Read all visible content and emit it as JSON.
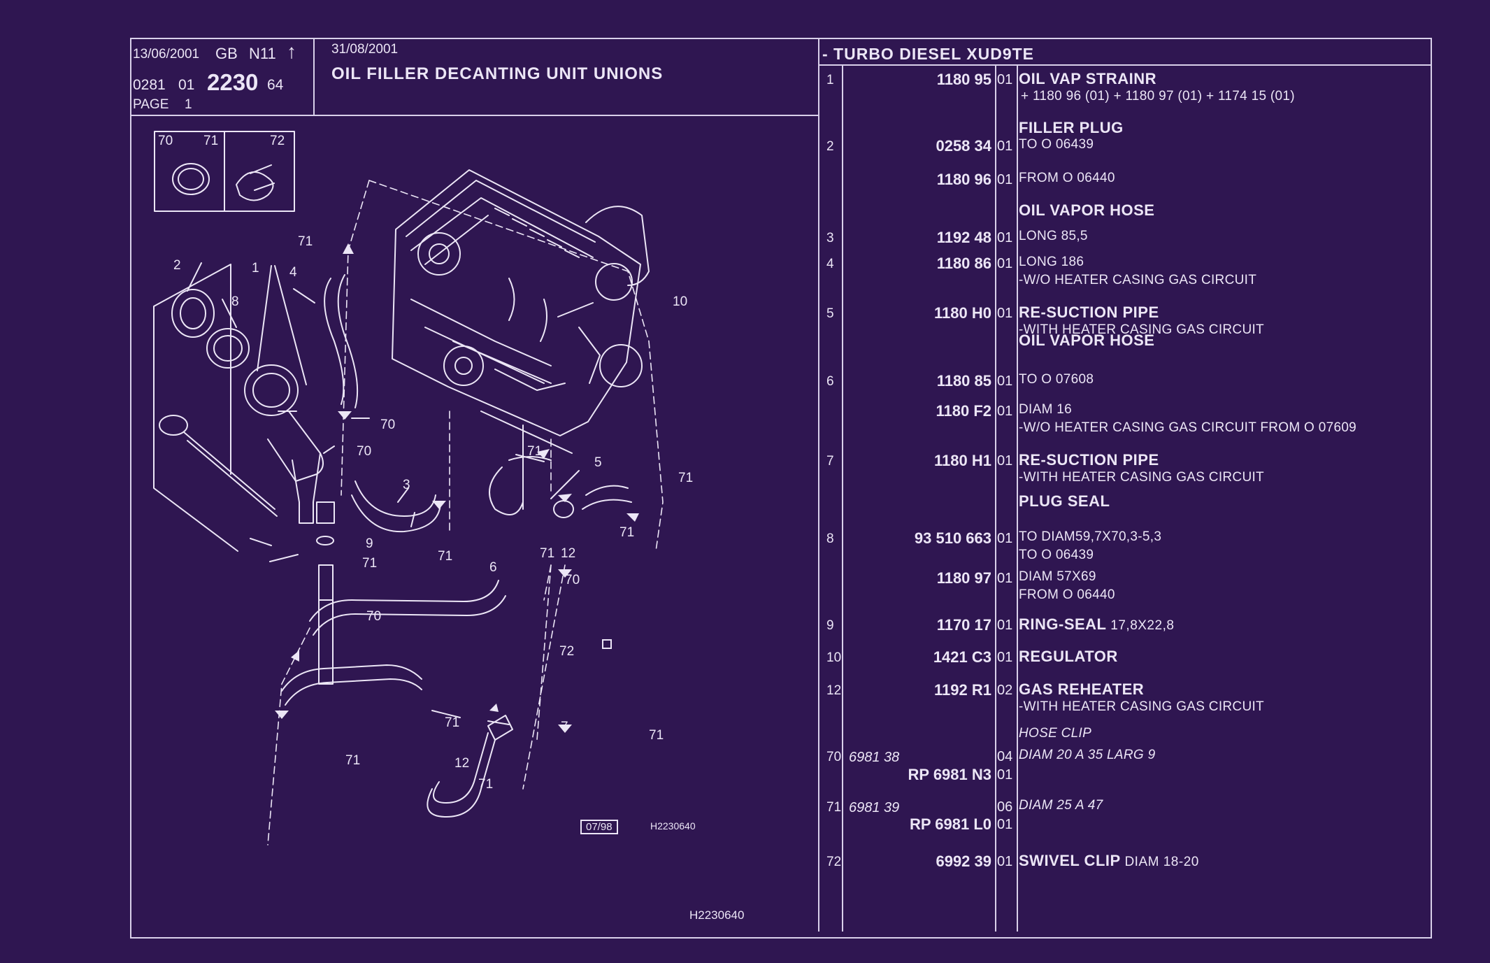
{
  "header": {
    "date_left": "13/06/2001",
    "lang": "GB",
    "sheet": "N11",
    "arrow": "↑",
    "ref_prefix": "0281",
    "ref_mid": "01",
    "ref_main": "2230",
    "ref_suffix": "64",
    "page_label": "PAGE",
    "page_num": "1",
    "date_right": "31/08/2001",
    "title": "OIL FILLER DECANTING UNIT UNIONS",
    "engine": "- TURBO DIESEL XUD9TE"
  },
  "diagram": {
    "legend": {
      "box1_a": "70",
      "box1_b": "71",
      "box2": "72"
    },
    "date_tag": "07/98",
    "code_small": "H2230640",
    "code_bottom": "H2230640",
    "callouts": [
      "2",
      "1",
      "8",
      "71",
      "4",
      "70",
      "70",
      "3",
      "9",
      "71",
      "71",
      "6",
      "70",
      "70",
      "72",
      "71",
      "5",
      "71",
      "71",
      "12",
      "71",
      "10",
      "71",
      "7",
      "71",
      "12",
      "71",
      "71"
    ]
  },
  "parts": [
    {
      "idx": "1",
      "ref": "1180 95",
      "qty": "01",
      "lines": [
        {
          "text": "OIL VAP STRAINR",
          "style": "b"
        },
        {
          "text": "+ 1180 96 (01)  + 1180 97 (01)  + 1174 15 (01)",
          "style": "n"
        }
      ]
    },
    {
      "idx": "",
      "ref": "",
      "qty": "",
      "lines": [
        {
          "text": "FILLER PLUG",
          "style": "b"
        }
      ]
    },
    {
      "idx": "2",
      "ref": "0258 34",
      "qty": "01",
      "lines": [
        {
          "text": "TO  O  06439",
          "style": "n"
        }
      ]
    },
    {
      "idx": "",
      "ref": "1180 96",
      "qty": "01",
      "lines": [
        {
          "text": "FROM  O  06440",
          "style": "n"
        }
      ]
    },
    {
      "idx": "",
      "ref": "",
      "qty": "",
      "lines": [
        {
          "text": "OIL VAPOR HOSE",
          "style": "b"
        }
      ]
    },
    {
      "idx": "3",
      "ref": "1192 48",
      "qty": "01",
      "lines": [
        {
          "text": "LONG 85,5",
          "style": "n"
        }
      ]
    },
    {
      "idx": "4",
      "ref": "1180 86",
      "qty": "01",
      "lines": [
        {
          "text": "LONG 186",
          "style": "n"
        },
        {
          "text": "-W/O HEATER CASING GAS CIRCUIT",
          "style": "n"
        }
      ]
    },
    {
      "idx": "5",
      "ref": "1180 H0",
      "qty": "01",
      "lines": [
        {
          "text": "RE-SUCTION PIPE",
          "style": "b"
        },
        {
          "text": "-WITH HEATER CASING GAS CIRCUIT",
          "style": "n"
        }
      ]
    },
    {
      "idx": "",
      "ref": "",
      "qty": "",
      "lines": [
        {
          "text": "OIL VAPOR HOSE",
          "style": "b"
        }
      ]
    },
    {
      "idx": "6",
      "ref": "1180 85",
      "qty": "01",
      "lines": [
        {
          "text": "TO  O  07608",
          "style": "n"
        }
      ]
    },
    {
      "idx": "",
      "ref": "1180 F2",
      "qty": "01",
      "lines": [
        {
          "text": "DIAM 16",
          "style": "n"
        },
        {
          "text": "-W/O HEATER CASING GAS CIRCUIT FROM  O  07609",
          "style": "n"
        }
      ]
    },
    {
      "idx": "7",
      "ref": "1180 H1",
      "qty": "01",
      "lines": [
        {
          "text": "RE-SUCTION PIPE",
          "style": "b"
        },
        {
          "text": "-WITH HEATER CASING GAS CIRCUIT",
          "style": "n"
        }
      ]
    },
    {
      "idx": "",
      "ref": "",
      "qty": "",
      "lines": [
        {
          "text": "PLUG SEAL",
          "style": "b"
        }
      ]
    },
    {
      "idx": "8",
      "ref": "93 510 663",
      "qty": "01",
      "lines": [
        {
          "text": "TO DIAM59,7X70,3-5,3",
          "style": "n"
        },
        {
          "text": "TO  O  06439",
          "style": "n"
        }
      ]
    },
    {
      "idx": "",
      "ref": "1180 97",
      "qty": "01",
      "lines": [
        {
          "text": "DIAM 57X69",
          "style": "n"
        },
        {
          "text": "FROM  O  06440",
          "style": "n"
        }
      ]
    },
    {
      "idx": "9",
      "ref": "1170 17",
      "qty": "01",
      "lines": [
        {
          "text": "RING-SEAL",
          "style": "b",
          "extra": " 17,8X22,8"
        }
      ]
    },
    {
      "idx": "10",
      "ref": "1421 C3",
      "qty": "01",
      "lines": [
        {
          "text": "REGULATOR",
          "style": "b"
        }
      ]
    },
    {
      "idx": "12",
      "ref": "1192 R1",
      "qty": "02",
      "lines": [
        {
          "text": "GAS REHEATER",
          "style": "b"
        },
        {
          "text": "-WITH HEATER CASING GAS CIRCUIT",
          "style": "n"
        }
      ]
    },
    {
      "idx": "",
      "ref": "",
      "qty": "",
      "lines": [
        {
          "text": "HOSE CLIP",
          "style": "i"
        }
      ]
    },
    {
      "idx": "70",
      "alt": "6981 38",
      "ref": "",
      "qty": "04",
      "lines": [
        {
          "text": "DIAM 20 A 35 LARG 9",
          "style": "i"
        }
      ]
    },
    {
      "idx": "",
      "ref": "RP  6981 N3",
      "qty": "01",
      "lines": []
    },
    {
      "idx": "71",
      "alt": "6981 39",
      "ref": "",
      "qty": "06",
      "lines": [
        {
          "text": "DIAM 25 A 47",
          "style": "i"
        }
      ]
    },
    {
      "idx": "",
      "ref": "RP  6981 L0",
      "qty": "01",
      "lines": []
    },
    {
      "idx": "72",
      "ref": "6992 39",
      "qty": "01",
      "lines": [
        {
          "text": "SWIVEL CLIP",
          "style": "b",
          "extra": " DIAM 18-20"
        }
      ]
    }
  ]
}
